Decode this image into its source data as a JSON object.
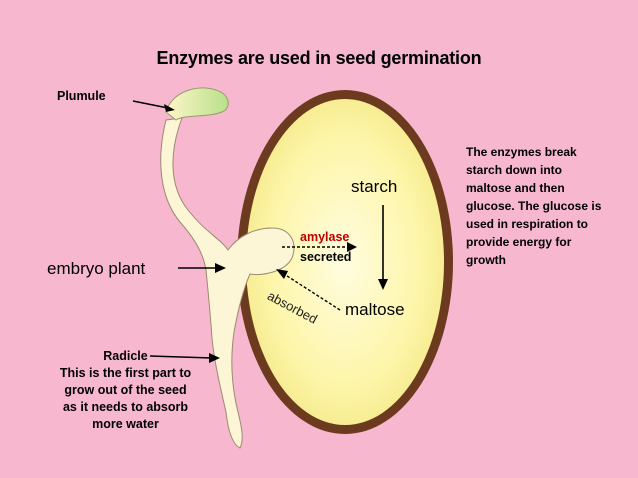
{
  "title": "Enzymes are used in seed germination",
  "labels": {
    "plumule": "Plumule",
    "embryo": "embryo plant",
    "radicle_title": "Radicle",
    "radicle_lines": [
      "This is the first part to",
      "grow out of the seed",
      "as it needs to absorb",
      "more water"
    ],
    "starch": "starch",
    "maltose": "maltose",
    "amylase": "amylase",
    "secreted": "secreted",
    "absorbed": "absorbed"
  },
  "explanation_lines": [
    "The enzymes break",
    "starch down into",
    "maltose and then",
    "glucose. The glucose is",
    "used in respiration to",
    "provide energy for",
    "growth"
  ],
  "colors": {
    "background": "#f7b8cf",
    "seed_coat": "#6b3a1f",
    "endosperm": "#fdf7b0",
    "embryo": "#fdf6d6",
    "amylase_text": "#c00000",
    "leaf": "#c8e89a"
  }
}
